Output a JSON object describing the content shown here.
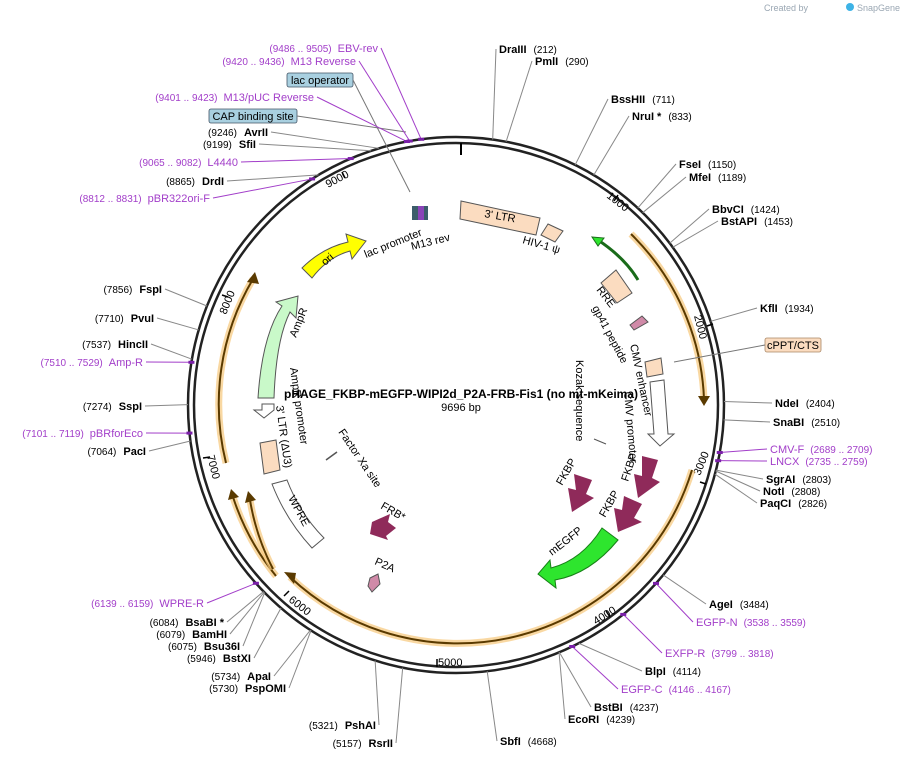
{
  "title": "pHAGE_FKBP-mEGFP-WIPI2d_P2A-FRB-Fis1 (no mt-mKeima)",
  "length_label": "9696 bp",
  "total_bp": 9696,
  "credit": {
    "prefix": "Created by",
    "brand": "SnapGene"
  },
  "colors": {
    "primer": "#a23ec9",
    "orange": "#f3a626",
    "pink_box": "#fbdcc0",
    "green": "#2ee52e",
    "maroon": "#8f2a5a",
    "yellow": "#ffff00",
    "mint": "#c9f9c9",
    "blue_box": "#a9d0e0"
  },
  "ticks": [
    "1000",
    "2000",
    "3000",
    "4000",
    "5000",
    "6000",
    "7000",
    "8000",
    "9000"
  ],
  "sites": [
    {
      "name": "DraIII",
      "pos": "(212)"
    },
    {
      "name": "PmlI",
      "pos": "(290)"
    },
    {
      "name": "BssHII",
      "pos": "(711)"
    },
    {
      "name": "NruI *",
      "pos": "(833)"
    },
    {
      "name": "FseI",
      "pos": "(1150)"
    },
    {
      "name": "MfeI",
      "pos": "(1189)"
    },
    {
      "name": "BbvCI",
      "pos": "(1424)"
    },
    {
      "name": "BstAPI",
      "pos": "(1453)"
    },
    {
      "name": "KflI",
      "pos": "(1934)"
    },
    {
      "name": "NdeI",
      "pos": "(2404)"
    },
    {
      "name": "SnaBI",
      "pos": "(2510)"
    },
    {
      "name": "SgrAI",
      "pos": "(2803)"
    },
    {
      "name": "NotI",
      "pos": "(2808)"
    },
    {
      "name": "PaqCI",
      "pos": "(2826)"
    },
    {
      "name": "AgeI",
      "pos": "(3484)"
    },
    {
      "name": "BlpI",
      "pos": "(4114)"
    },
    {
      "name": "BstBI",
      "pos": "(4237)"
    },
    {
      "name": "EcoRI",
      "pos": "(4239)"
    },
    {
      "name": "SbfI",
      "pos": "(4668)"
    },
    {
      "name": "RsrII",
      "pos": "(5157)"
    },
    {
      "name": "PshAI",
      "pos": "(5321)"
    },
    {
      "name": "PspOMI",
      "pos": "(5730)"
    },
    {
      "name": "ApaI",
      "pos": "(5734)"
    },
    {
      "name": "BstXI",
      "pos": "(5946)"
    },
    {
      "name": "Bsu36I",
      "pos": "(6075)"
    },
    {
      "name": "BamHI",
      "pos": "(6079)"
    },
    {
      "name": "BsaBI *",
      "pos": "(6084)"
    },
    {
      "name": "PacI",
      "pos": "(7064)"
    },
    {
      "name": "SspI",
      "pos": "(7274)"
    },
    {
      "name": "HincII",
      "pos": "(7537)"
    },
    {
      "name": "PvuI",
      "pos": "(7710)"
    },
    {
      "name": "FspI",
      "pos": "(7856)"
    },
    {
      "name": "DrdI",
      "pos": "(8865)"
    },
    {
      "name": "SfiI",
      "pos": "(9199)"
    },
    {
      "name": "AvrII",
      "pos": "(9246)"
    }
  ],
  "primers": [
    {
      "name": "EBV-rev",
      "pos": "(9486 .. 9505)"
    },
    {
      "name": "M13 Reverse",
      "pos": "(9420 .. 9436)"
    },
    {
      "name": "M13/pUC Reverse",
      "pos": "(9401 .. 9423)"
    },
    {
      "name": "L4440",
      "pos": "(9065 .. 9082)"
    },
    {
      "name": "pBR322ori-F",
      "pos": "(8812 .. 8831)"
    },
    {
      "name": "Amp-R",
      "pos": "(7510 .. 7529)"
    },
    {
      "name": "pBRforEco",
      "pos": "(7101 .. 7119)"
    },
    {
      "name": "WPRE-R",
      "pos": "(6139 .. 6159)"
    },
    {
      "name": "CMV-F",
      "pos": "(2689 .. 2709)"
    },
    {
      "name": "LNCX",
      "pos": "(2735 .. 2759)"
    },
    {
      "name": "EGFP-N",
      "pos": "(3538 .. 3559)"
    },
    {
      "name": "EXFP-R",
      "pos": "(3799 .. 3818)"
    },
    {
      "name": "EGFP-C",
      "pos": "(4146 .. 4167)"
    }
  ],
  "boxed_labels": {
    "lac_operator": "lac operator",
    "cap_site": "CAP binding site",
    "cppt": "cPPT/CTS"
  },
  "features": {
    "ltr3": "3' LTR",
    "hiv_psi": "HIV-1 ψ",
    "rre": "RRE",
    "gp41": "gp41 peptide",
    "cmv_enh": "CMV enhancer",
    "kozak": "Kozak sequence",
    "cmv_prom": "CMV promoter",
    "fkbp_a": "FKBP",
    "fkbp_b": "FKBP",
    "fkbp_c": "FKBP",
    "megfp": "mEGFP",
    "ori": "ori",
    "lac_prom": "lac promoter",
    "m13rev": "M13 rev",
    "ampr": "AmpR",
    "amp_prom": "AmpR promoter",
    "ltr_du3": "3' LTR (ΔU3)",
    "wpre": "WPRE",
    "factor_xa": "Factor Xa site",
    "frb": "FRB*",
    "p2a": "P2A"
  }
}
